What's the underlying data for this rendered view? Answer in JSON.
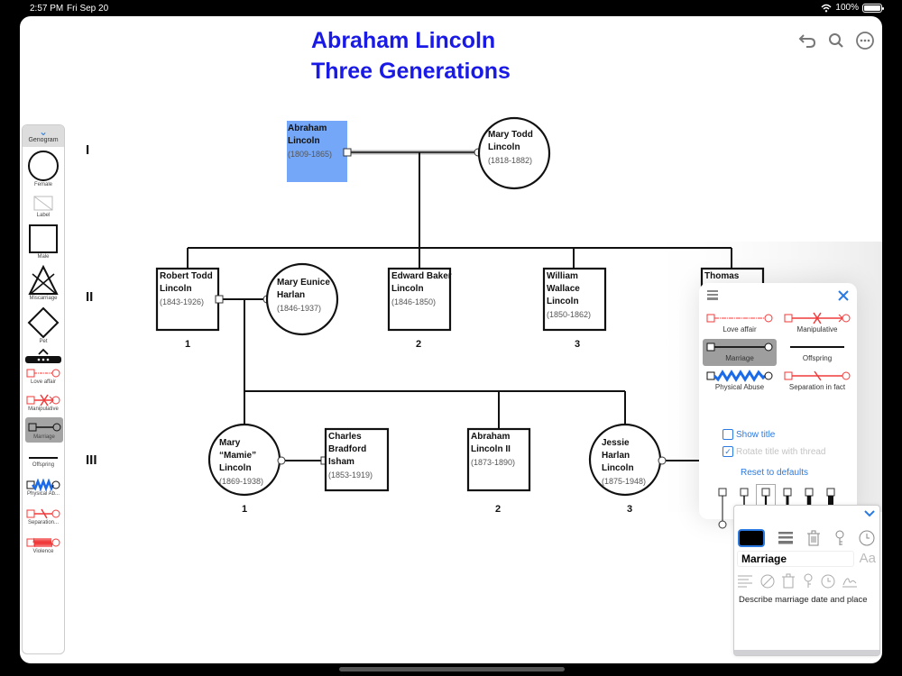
{
  "status_bar": {
    "time": "2:57 PM",
    "date": "Fri Sep 20",
    "battery": "100%",
    "battery_level": 1.0
  },
  "title": {
    "line1": "Abraham Lincoln",
    "line2": "Three Generations",
    "color": "#1a1ae6"
  },
  "toolbar": {
    "icons": [
      "undo-icon",
      "search-icon",
      "more-icon"
    ]
  },
  "generations": [
    "I",
    "II",
    "III"
  ],
  "people": {
    "abraham": {
      "name_lines": [
        "Abraham",
        "Lincoln"
      ],
      "years": "(1809-1865)",
      "selected": true,
      "highlight": "#74a7f8"
    },
    "mary_todd": {
      "name_lines": [
        "Mary Todd",
        "Lincoln"
      ],
      "years": "(1818-1882)"
    },
    "robert": {
      "name_lines": [
        "Robert Todd",
        "Lincoln"
      ],
      "years": "(1843-1926)",
      "order": "1"
    },
    "mary_eunice": {
      "name_lines": [
        "Mary Eunice",
        "Harlan"
      ],
      "years": "(1846-1937)"
    },
    "edward": {
      "name_lines": [
        "Edward Baker",
        "Lincoln"
      ],
      "years": "(1846-1850)",
      "order": "2"
    },
    "william": {
      "name_lines": [
        "William",
        "Wallace",
        "Lincoln"
      ],
      "years": "(1850-1862)",
      "order": "3"
    },
    "thomas": {
      "name_lines": [
        "Thomas"
      ]
    },
    "mamie": {
      "name_lines": [
        "Mary",
        "“Mamie”",
        "Lincoln"
      ],
      "years": "(1869-1938)",
      "order": "1"
    },
    "charles": {
      "name_lines": [
        "Charles",
        "Bradford",
        "Isham"
      ],
      "years": "(1853-1919)"
    },
    "abraham2": {
      "name_lines": [
        "Abraham",
        "Lincoln II"
      ],
      "years": "(1873-1890)",
      "order": "2"
    },
    "jessie": {
      "name_lines": [
        "Jessie",
        "Harlan",
        "Lincoln"
      ],
      "years": "(1875-1948)",
      "order": "3"
    }
  },
  "sidebar": {
    "header": "Genogram",
    "tools": [
      {
        "label": "Female",
        "icon": "female-circle-icon"
      },
      {
        "label": "Label",
        "icon": "label-icon"
      },
      {
        "label": "Male",
        "icon": "male-square-icon"
      },
      {
        "label": "Miscarriage",
        "icon": "miscarriage-icon"
      },
      {
        "label": "Pet",
        "icon": "pet-diamond-icon"
      },
      {
        "label": "Love affair",
        "icon": "love-affair-icon"
      },
      {
        "label": "Manipulative",
        "icon": "manipulative-icon"
      },
      {
        "label": "Marriage",
        "icon": "marriage-icon",
        "selected": true
      },
      {
        "label": "Offspring",
        "icon": "offspring-icon"
      },
      {
        "label": "Physical Ab...",
        "icon": "physical-abuse-icon"
      },
      {
        "label": "Separation...",
        "icon": "separation-icon"
      },
      {
        "label": "Violence",
        "icon": "violence-icon"
      }
    ]
  },
  "popover": {
    "relations": [
      {
        "label": "Love affair"
      },
      {
        "label": "Manipulative"
      },
      {
        "label": "Marriage",
        "selected": true
      },
      {
        "label": "Offspring"
      },
      {
        "label": "Physical Abuse"
      },
      {
        "label": "Separation in fact"
      }
    ],
    "show_title": {
      "label": "Show title",
      "checked": false
    },
    "rotate_title": {
      "label": "Rotate title with thread",
      "checked": true,
      "disabled": true
    },
    "reset_label": "Reset to defaults",
    "line_widths": {
      "count": 6,
      "selected_index": 2
    }
  },
  "inspector": {
    "name_value": "Marriage",
    "font_label": "Aa",
    "description": "Describe marriage date and place",
    "swatch_color": "#000000"
  },
  "colors": {
    "accent": "#2a7ae2",
    "relation_red": "#f03a3a",
    "abuse_blue": "#1b6ae8"
  }
}
